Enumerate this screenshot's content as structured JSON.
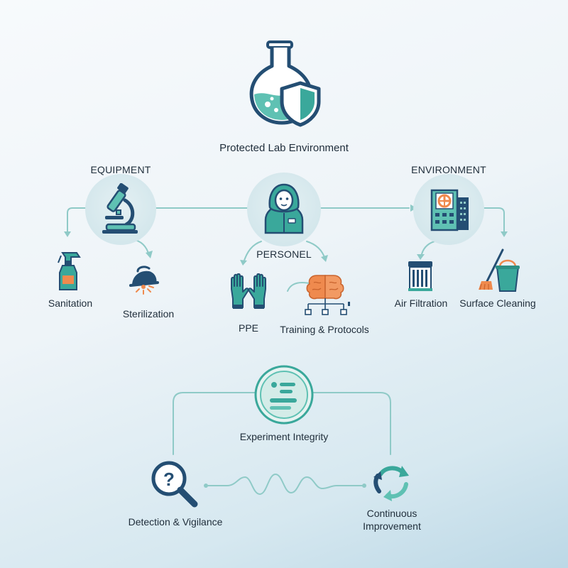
{
  "title": "Protected Lab Environment",
  "sections": {
    "equipment": {
      "heading": "EQUIPMENT",
      "items": [
        {
          "label": "Sanitation",
          "icon": "spray-bottle-icon"
        },
        {
          "label": "Sterilization",
          "icon": "uv-lamp-icon"
        }
      ]
    },
    "personnel": {
      "heading": "PERSONEL",
      "items": [
        {
          "label": "PPE",
          "icon": "gloves-icon"
        },
        {
          "label": "Training & Protocols",
          "icon": "brain-hierarchy-icon"
        }
      ]
    },
    "environment": {
      "heading": "ENVIRONMENT",
      "items": [
        {
          "label": "Air Filtration",
          "icon": "air-filter-icon"
        },
        {
          "label": "Surface Cleaning",
          "icon": "mop-bucket-icon"
        }
      ]
    }
  },
  "cycle": {
    "center": {
      "label": "Experiment Integrity",
      "icon": "document-checklist-icon"
    },
    "left": {
      "label": "Detection & Vigilance",
      "icon": "magnifier-question-icon"
    },
    "right": {
      "label_line1": "Continuous",
      "label_line2": "Improvement",
      "icon": "refresh-cycle-icon"
    }
  },
  "colors": {
    "teal": "#3aa89b",
    "teal_light": "#5fc1b3",
    "navy": "#244e73",
    "orange": "#ef8a4e",
    "connector": "#8fcac7"
  }
}
